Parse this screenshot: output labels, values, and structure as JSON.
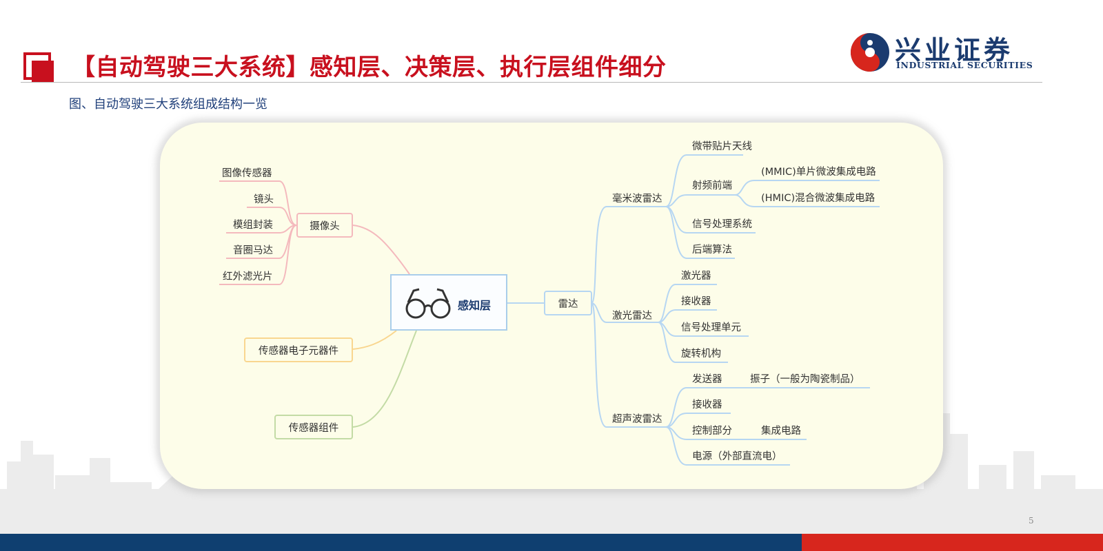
{
  "header": {
    "title": "【自动驾驶三大系统】感知层、决策层、执行层组件细分",
    "logo_name": "兴业证券",
    "logo_sub": "INDUSTRIAL SECURITIES"
  },
  "caption": "图、自动驾驶三大系统组成结构一览",
  "footer": {
    "page_number": "5"
  },
  "colors": {
    "title_red": "#c8101e",
    "brand_blue": "#1b3b6f",
    "footer_blue": "#0f3f70",
    "footer_red": "#d7261d",
    "panel_bg": "#fdfde9",
    "branch_pink": "#f4b9bd",
    "branch_yellow": "#f9d68f",
    "branch_green": "#c3dba5",
    "branch_blue": "#b6d6f2"
  },
  "mindmap": {
    "center": "感知层",
    "center_icon": "glasses-icon",
    "camera": {
      "label": "摄像头",
      "children": [
        "图像传感器",
        "镜头",
        "模组封装",
        "音圈马达",
        "红外滤光片"
      ]
    },
    "sensor_electronics": {
      "label": "传感器电子元器件"
    },
    "sensor_components": {
      "label": "传感器组件"
    },
    "radar": {
      "label": "雷达",
      "mmwave": {
        "label": "毫米波雷达",
        "antenna": "微带贴片天线",
        "rf": {
          "label": "射频前端",
          "children": [
            "(MMIC)单片微波集成电路",
            "(HMIC)混合微波集成电路"
          ]
        },
        "signal": "信号处理系统",
        "backend": "后端算法"
      },
      "lidar": {
        "label": "激光雷达",
        "children": [
          "激光器",
          "接收器",
          "信号处理单元",
          "旋转机构"
        ]
      },
      "ultrasonic": {
        "label": "超声波雷达",
        "transmitter": {
          "label": "发送器",
          "child": "振子（一般为陶瓷制品）"
        },
        "receiver": "接收器",
        "control": {
          "label": "控制部分",
          "child": "集成电路"
        },
        "power": "电源（外部直流电）"
      }
    }
  }
}
